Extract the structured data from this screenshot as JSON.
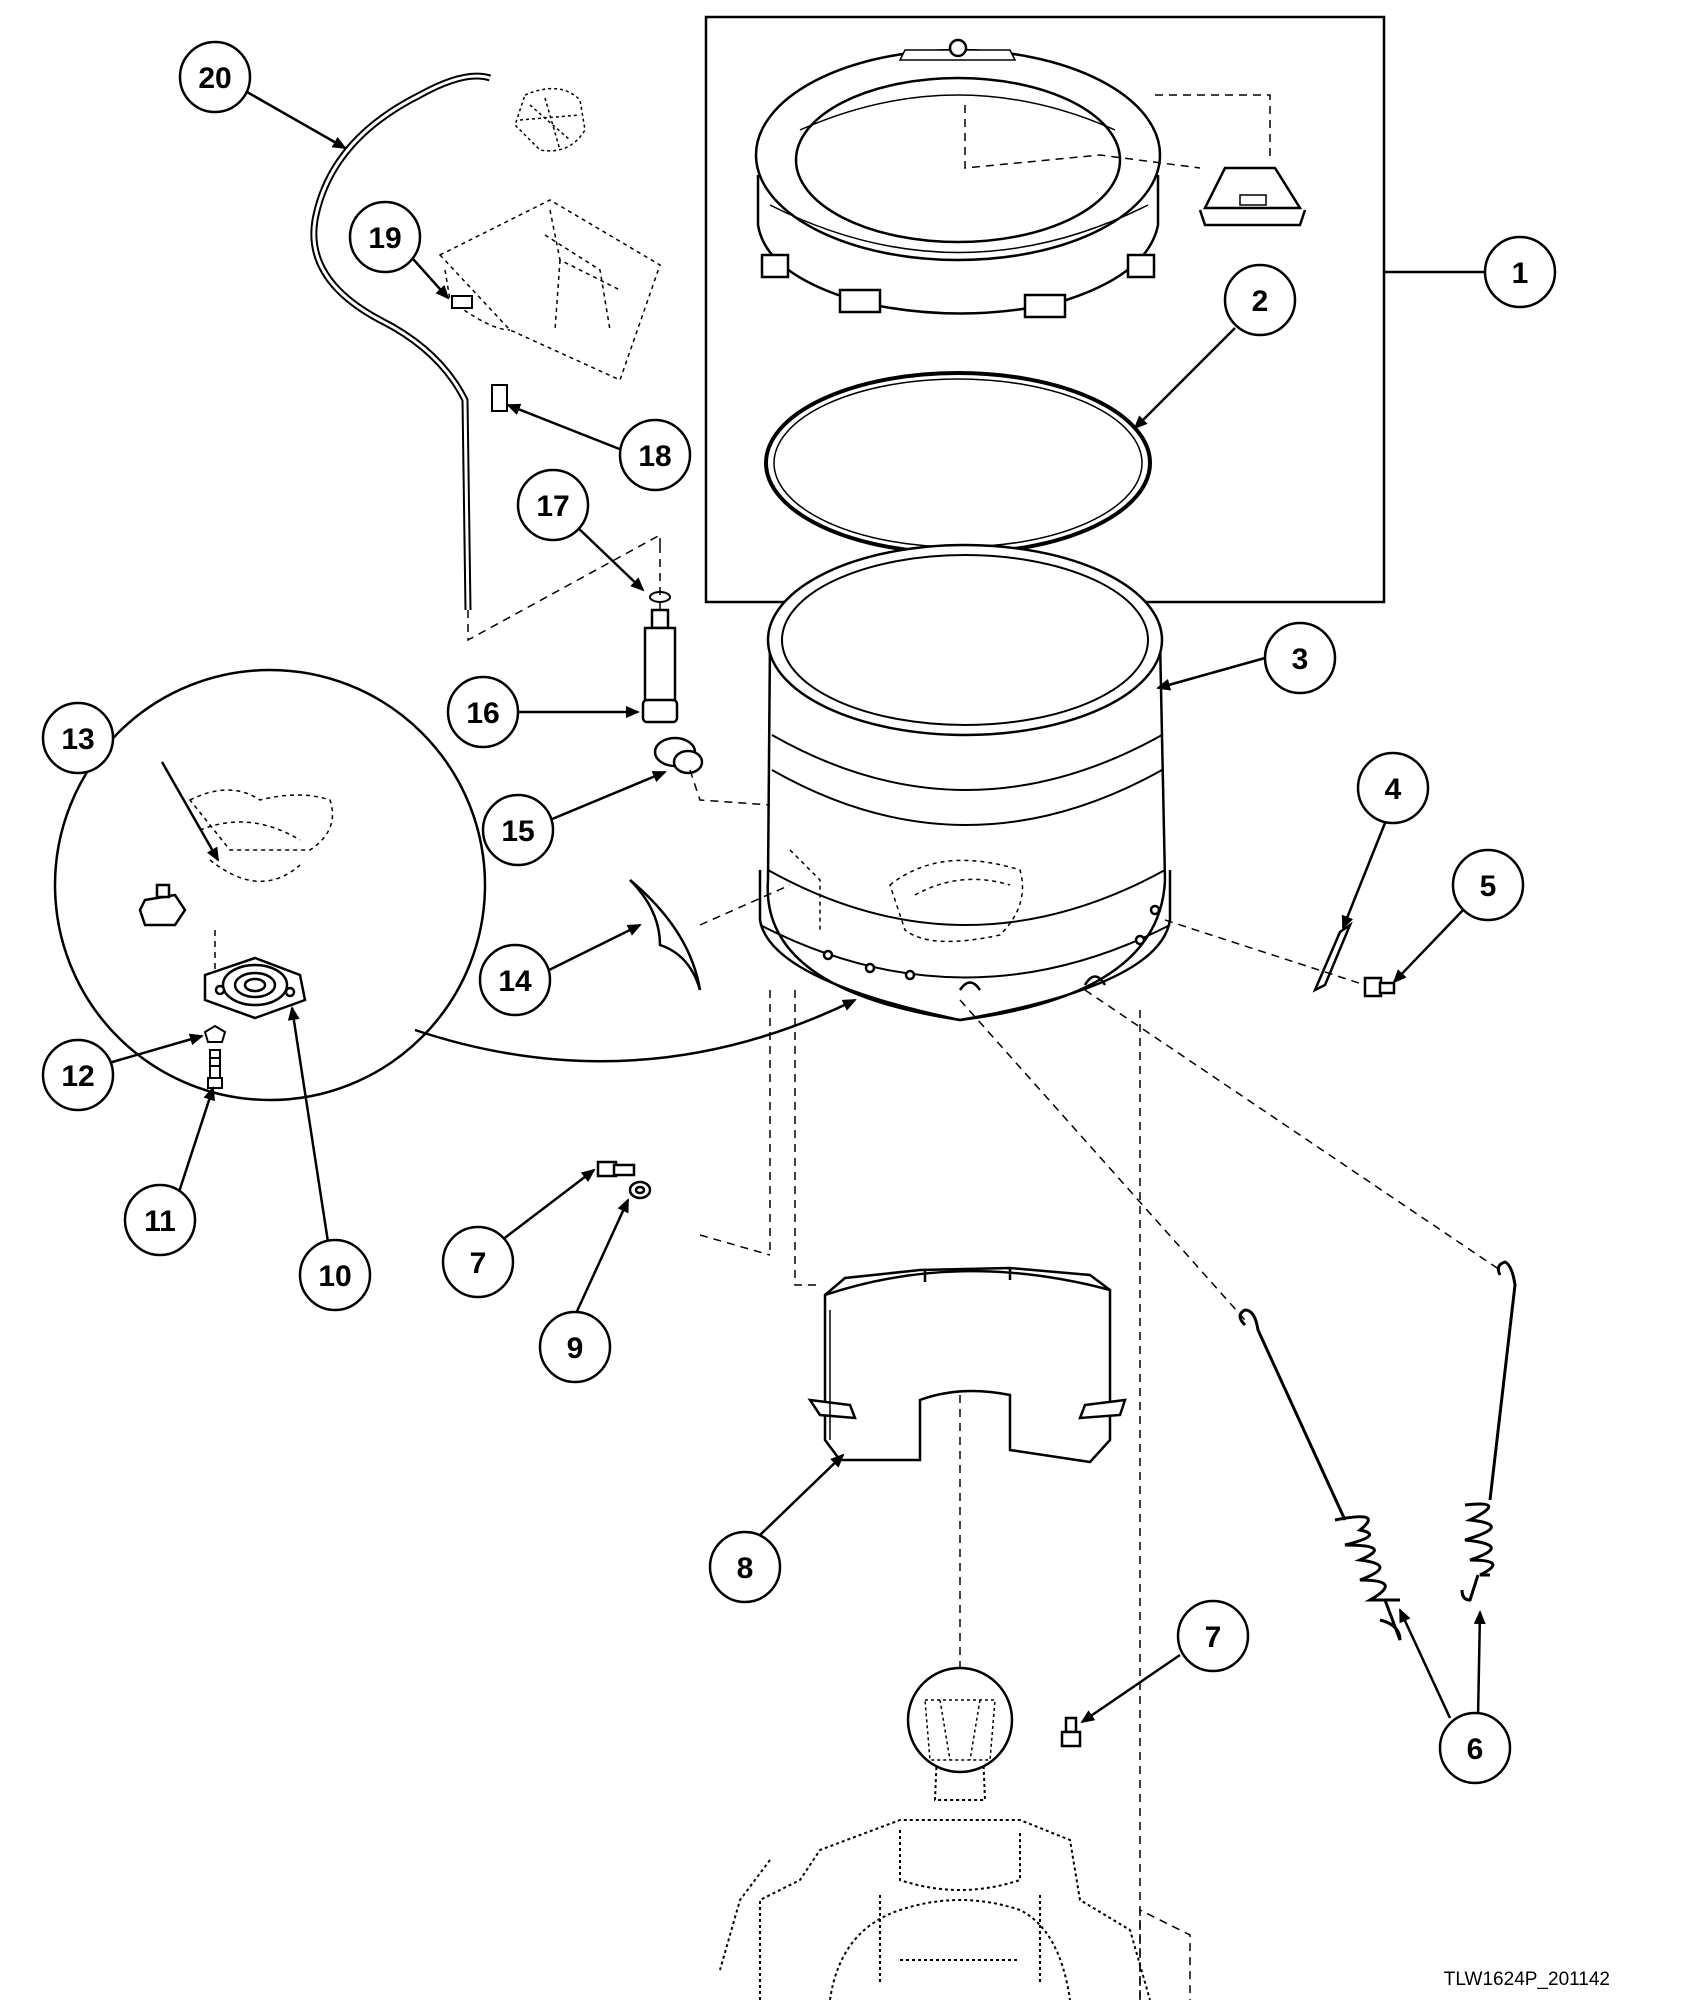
{
  "diagram": {
    "drawing_code": "TLW1624P_201142",
    "callouts": [
      {
        "id": "c1",
        "label": "1"
      },
      {
        "id": "c2",
        "label": "2"
      },
      {
        "id": "c3",
        "label": "3"
      },
      {
        "id": "c4",
        "label": "4"
      },
      {
        "id": "c5",
        "label": "5"
      },
      {
        "id": "c6",
        "label": "6"
      },
      {
        "id": "c7a",
        "label": "7"
      },
      {
        "id": "c7b",
        "label": "7"
      },
      {
        "id": "c8",
        "label": "8"
      },
      {
        "id": "c9",
        "label": "9"
      },
      {
        "id": "c10",
        "label": "10"
      },
      {
        "id": "c11",
        "label": "11"
      },
      {
        "id": "c12",
        "label": "12"
      },
      {
        "id": "c13",
        "label": "13"
      },
      {
        "id": "c14",
        "label": "14"
      },
      {
        "id": "c15",
        "label": "15"
      },
      {
        "id": "c16",
        "label": "16"
      },
      {
        "id": "c17",
        "label": "17"
      },
      {
        "id": "c18",
        "label": "18"
      },
      {
        "id": "c19",
        "label": "19"
      },
      {
        "id": "c20",
        "label": "20"
      }
    ]
  }
}
